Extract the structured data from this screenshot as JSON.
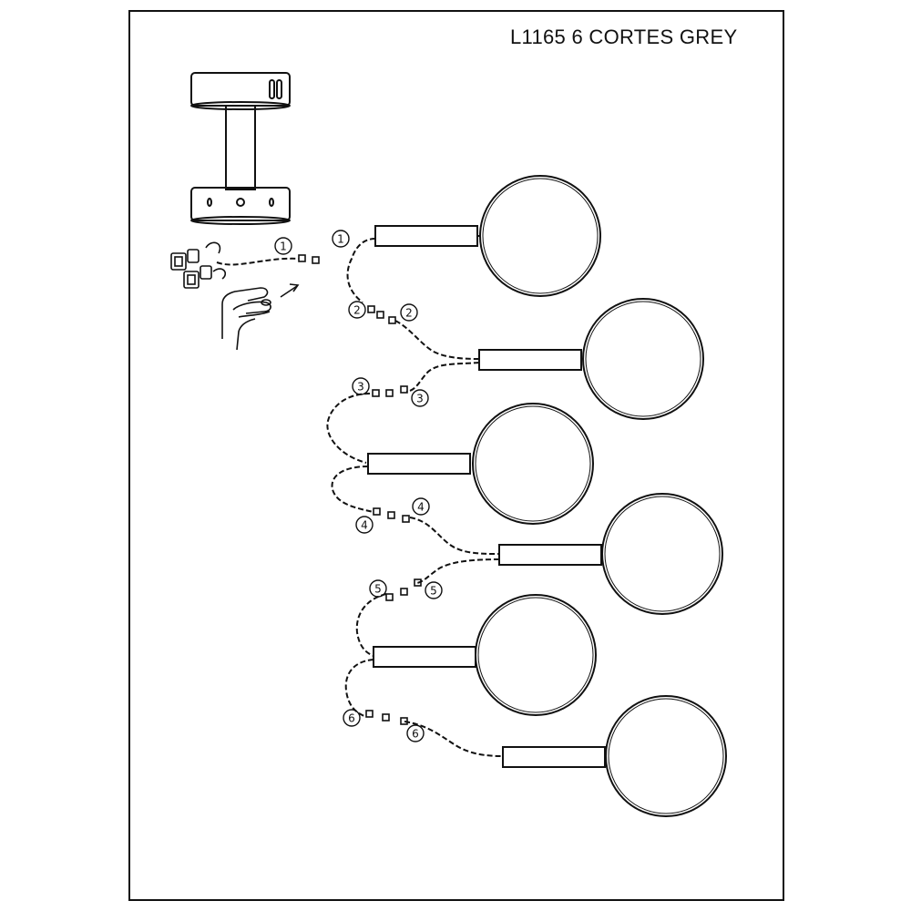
{
  "title": "L1165 6 CORTES GREY",
  "connector_labels": [
    "1",
    "1",
    "2",
    "2",
    "3",
    "3",
    "4",
    "4",
    "5",
    "5",
    "6",
    "6"
  ],
  "lamp_count": 6
}
